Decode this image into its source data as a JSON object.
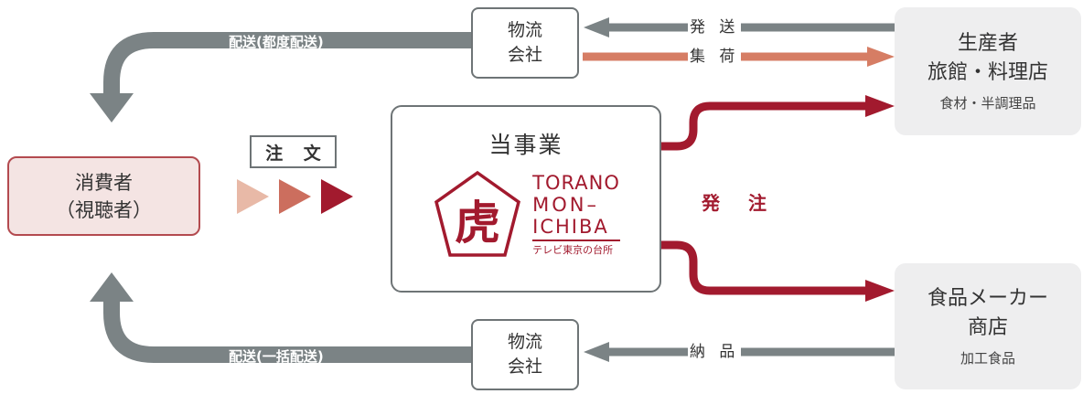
{
  "nodes": {
    "consumer": {
      "line1": "消費者",
      "line2": "（視聴者）"
    },
    "business": {
      "title": "当事業"
    },
    "logo": {
      "brand1": "TORANO",
      "brand2": "MON–",
      "brand3": "ICHIBA",
      "sub": "テレビ東京の台所",
      "glyph": "虎"
    },
    "logistics_top": {
      "line1": "物流",
      "line2": "会社"
    },
    "logistics_bottom": {
      "line1": "物流",
      "line2": "会社"
    },
    "producer": {
      "line1": "生産者",
      "line2": "旅館・料理店",
      "sub": "食材・半調理品"
    },
    "maker": {
      "line1": "食品メーカー",
      "line2": "商店",
      "sub": "加工食品"
    }
  },
  "labels": {
    "order": "注 文",
    "ship": "発 送",
    "collect": "集 荷",
    "place_order": "発 注",
    "deliver": "納 品",
    "top_delivery": "配送(都度配送)",
    "bottom_delivery": "配送(一括配送)"
  },
  "colors": {
    "gray": "#7b8385",
    "crimson": "#a21a2e",
    "salmon": "#d67d64",
    "light_pink": "#e8b9a7",
    "mid_coral": "#cc6e5e"
  }
}
